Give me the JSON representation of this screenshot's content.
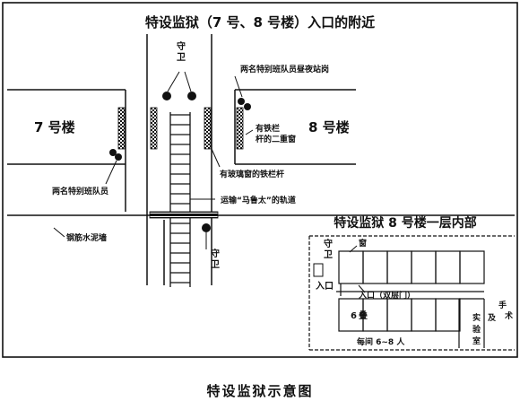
{
  "title": "特设监狱（7 号、8 号楼）入口的附近",
  "buildings": {
    "left": "7 号楼",
    "right": "8 号楼"
  },
  "labels": {
    "guard_top": [
      "守",
      "卫"
    ],
    "guard_bottom": [
      "守",
      "卫"
    ],
    "night_guards": "两名特别班队员昼夜站岗",
    "barred_window_line1": "有铁栏",
    "barred_window_line2": "杆的二重窗",
    "glass_window": "有玻璃窗的铁栏杆",
    "two_members": "两名特别班队员",
    "track": "运输“马鲁太”的轨道",
    "wall": "钢筋水泥墙"
  },
  "inset": {
    "title": "特设监狱 8 号楼一层内部",
    "guard": [
      "守",
      "卫"
    ],
    "entrance": "入口",
    "entrance_double": "入口（双层门）",
    "window_mark": "窗",
    "room6": [
      "6",
      "叠"
    ],
    "per_room": "每间 6~8 人",
    "surgery": [
      "手",
      "术"
    ],
    "and": "及",
    "lab": [
      "实",
      "验",
      "室"
    ]
  },
  "caption": "特设监狱示意图",
  "colors": {
    "ink": "#111111",
    "background": "#ffffff"
  }
}
